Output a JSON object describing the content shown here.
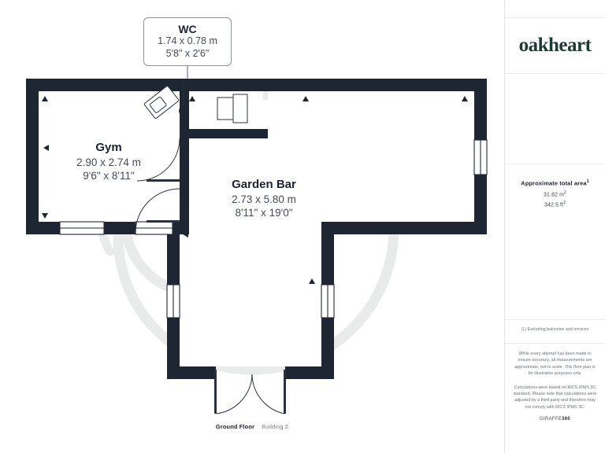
{
  "document": {
    "type": "floor-plan",
    "floor_label": "Ground Floor",
    "building_label": "Building 2"
  },
  "brand": {
    "logo_text": "oakheart",
    "logo_color": "#1d3b32",
    "provider": "GIRAFFE",
    "provider_bold": "360"
  },
  "sidebar": {
    "area_title": "Approximate total area",
    "area_footnote_marker": "(1)",
    "area_metric": "31.82 m",
    "area_metric_unit": "2",
    "area_imperial": "342.5 ft",
    "area_imperial_unit": "2",
    "note": "(1) Excluding balconies and terraces",
    "disclaimer_1": "While every attempt has been made to ensure accuracy, all measurements are approximate, not to scale. This floor plan is for illustrative purposes only.",
    "disclaimer_2": "Calculations were based on RICS IPMS 3C standard. Please note that calculations were adjusted by a third party and therefore may not comply with RICS IPMS 3C."
  },
  "rooms": [
    {
      "id": "wc",
      "name": "WC",
      "dim_metric": "1.74 x 0.78 m",
      "dim_imperial": "5'8\" x 2'6\""
    },
    {
      "id": "gym",
      "name": "Gym",
      "dim_metric": "2.90 x 2.74 m",
      "dim_imperial": "9'6\" x 8'11\""
    },
    {
      "id": "garden-bar",
      "name": "Garden Bar",
      "dim_metric": "2.73 x 5.80 m",
      "dim_imperial": "8'11\" x 19'0\""
    }
  ],
  "colors": {
    "wall": "#1e2633",
    "interior": "#ffffff",
    "watermark": "#e9eaea",
    "text_dark": "#1d2430",
    "text_muted": "#454b58",
    "sidebar_rule": "#ececec"
  },
  "fixtures": [
    {
      "name": "sink",
      "room": "wc"
    },
    {
      "name": "toilet",
      "room": "wc"
    },
    {
      "name": "ceiling-light",
      "room": "wc"
    }
  ],
  "openings": {
    "doors": 4,
    "windows": 6
  }
}
